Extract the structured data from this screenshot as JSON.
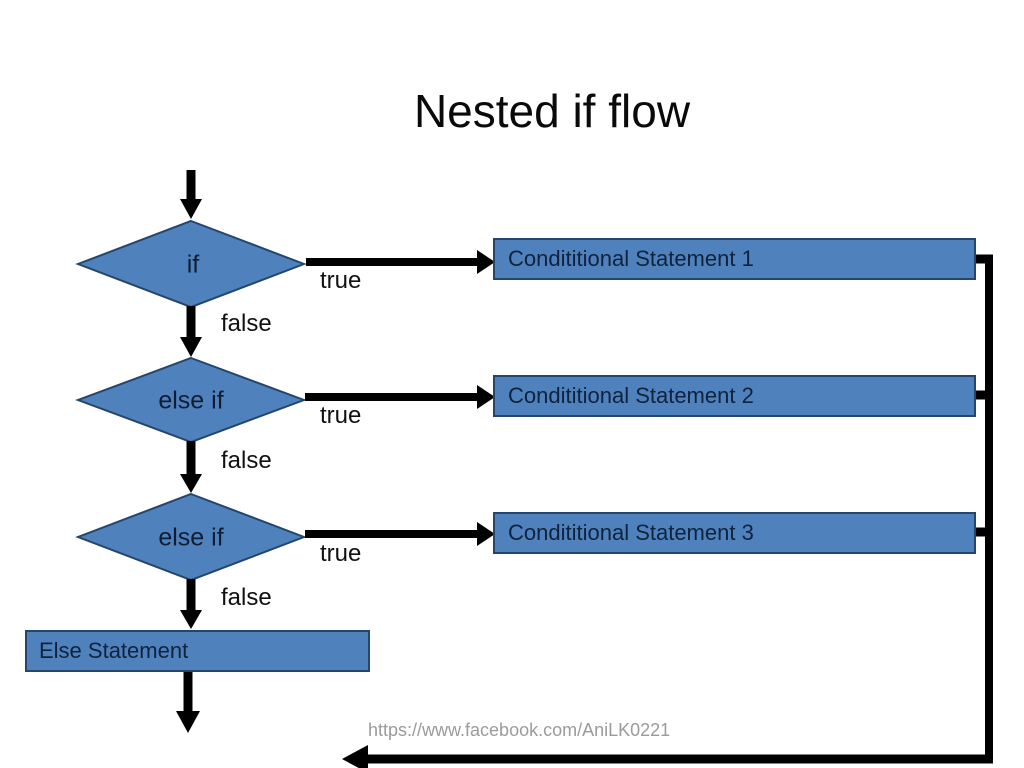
{
  "title": "Nested if flow",
  "flow": {
    "decision_nodes": [
      {
        "label": "if"
      },
      {
        "label": "else if"
      },
      {
        "label": "else if"
      }
    ],
    "branch_labels": {
      "true": "true",
      "false": "false"
    },
    "statement_boxes": [
      {
        "label": "Condititional Statement 1"
      },
      {
        "label": "Condititional Statement 2"
      },
      {
        "label": "Condititional Statement 3"
      }
    ],
    "else_box": {
      "label": "Else Statement"
    }
  },
  "footer": {
    "url": "https://www.facebook.com/AniLK0221"
  },
  "colors": {
    "node_fill": "#4f81bd",
    "node_border": "#24466b",
    "arrow": "#000000",
    "node_text": "#10233d",
    "title_text": "#0a0a0a",
    "url_text": "#9b9b9b"
  }
}
